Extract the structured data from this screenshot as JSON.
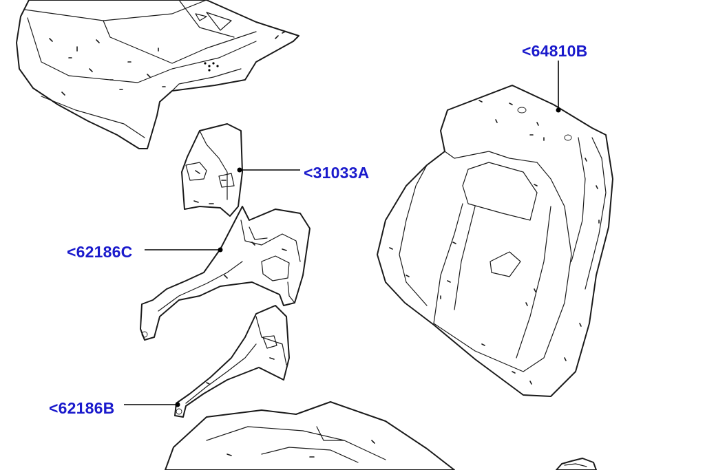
{
  "callouts": {
    "part_64810B": "<64810B",
    "part_31033A": "<31033A",
    "part_62186C": "<62186C",
    "part_62186B": "<62186B"
  },
  "colors": {
    "callout_text": "#1a1acc",
    "line_art": "#1a1a1a",
    "background": "#ffffff"
  }
}
